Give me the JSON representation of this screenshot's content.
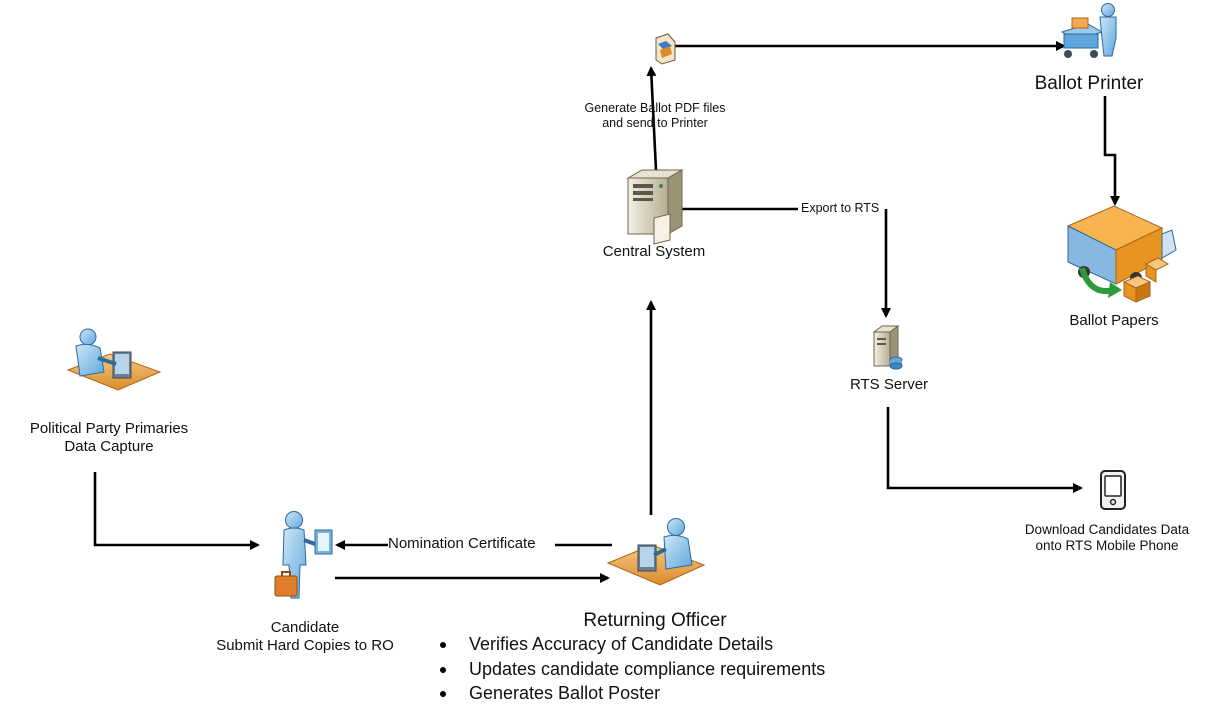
{
  "nodes": {
    "political_party": {
      "line1": "Political Party Primaries",
      "line2": "Data Capture",
      "icon": "person-at-desk-icon"
    },
    "candidate": {
      "line1": "Candidate",
      "line2": "Submit Hard Copies to RO",
      "icon": "person-with-briefcase-icon"
    },
    "returning_officer": {
      "title": "Returning Officer",
      "icon": "person-at-desk-icon",
      "bullets": [
        "Verifies Accuracy of Candidate Details",
        "Updates candidate compliance requirements",
        "Generates Ballot Poster"
      ]
    },
    "central_system": {
      "label": "Central System",
      "icon": "server-tower-icon"
    },
    "rts_server": {
      "label": "RTS Server",
      "icon": "small-server-icon"
    },
    "mobile": {
      "line1": "Download Candidates Data",
      "line2": "onto RTS Mobile Phone",
      "icon": "mobile-phone-icon"
    },
    "pdf": {
      "icon": "pdf-document-icon"
    },
    "ballot_printer": {
      "label": "Ballot Printer",
      "icon": "printer-operator-icon"
    },
    "ballot_papers": {
      "label": "Ballot Papers",
      "icon": "delivery-truck-icon"
    }
  },
  "edges": {
    "nomination": "Nomination Certificate",
    "generate_pdf_line1": "Generate Ballot PDF files",
    "generate_pdf_line2": "and send to Printer",
    "export_rts": "Export to RTS"
  }
}
